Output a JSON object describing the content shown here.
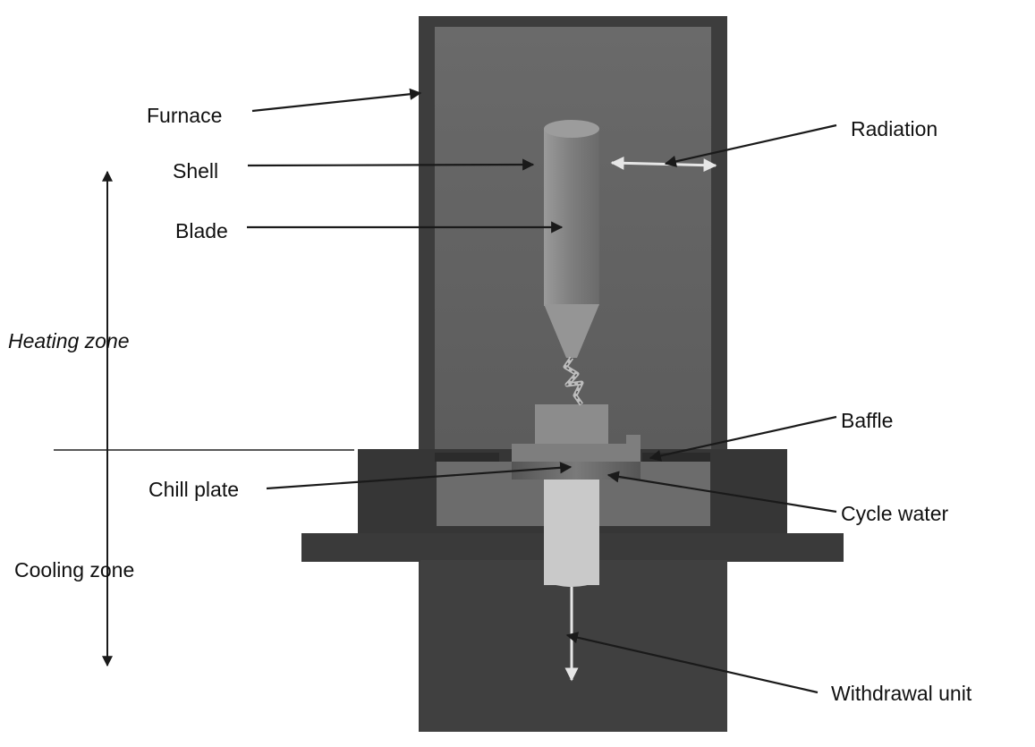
{
  "labels": {
    "furnace": "Furnace",
    "shell": "Shell",
    "blade": "Blade",
    "radiation": "Radiation",
    "heating_zone": "Heating zone",
    "baffle": "Baffle",
    "chill_plate": "Chill plate",
    "cycle_water": "Cycle water",
    "cooling_zone": "Cooling zone",
    "withdrawal_unit": "Withdrawal unit"
  },
  "colors": {
    "furnace_outer": "#3d3d3d",
    "furnace_inner": "#656565",
    "mold": "#8a8a8a",
    "chill_block": "#7d7d7d",
    "cycle_water": "#6f6f6f",
    "withdrawal_rod": "#c9c9c9",
    "base": "#3a3a3a",
    "arrow": "#1a1a1a",
    "light_arrow": "#e6e6e6"
  }
}
